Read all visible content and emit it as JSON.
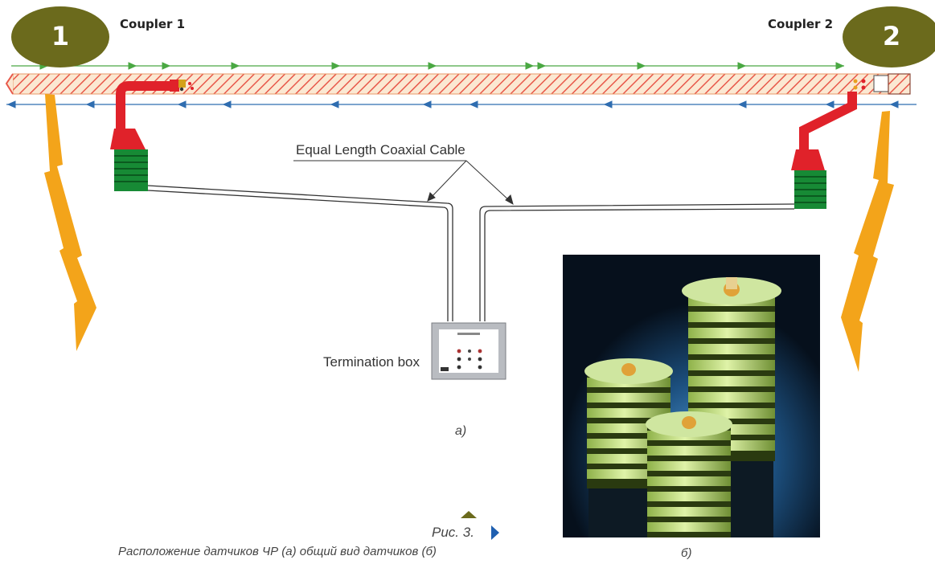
{
  "labels": {
    "coupler1": "Coupler 1",
    "coupler2": "Coupler 2",
    "badge1": "1",
    "badge2": "2",
    "cable": "Equal Length Coaxial Cable",
    "termination": "Termination box",
    "part_a": "а)",
    "part_b": "б)"
  },
  "caption": {
    "figure": "Рис. 3.",
    "text": "Расположение датчиков ЧР (а) общий вид датчиков (б)"
  },
  "colors": {
    "badge": "#6b6a1c",
    "busbar_fill": "#fbe8d2",
    "busbar_hatch": "#e8584a",
    "arrow_forward": "#4aa843",
    "arrow_back": "#2f6db0",
    "lightning": "#f3a41a",
    "coupler_red": "#e0222a",
    "coupler_green": "#178a35",
    "caption_marker": "#6b6a1c"
  },
  "icons": [
    "lightning-bolt-icon",
    "caption-arrow-right-icon",
    "caption-arrow-up-icon"
  ]
}
